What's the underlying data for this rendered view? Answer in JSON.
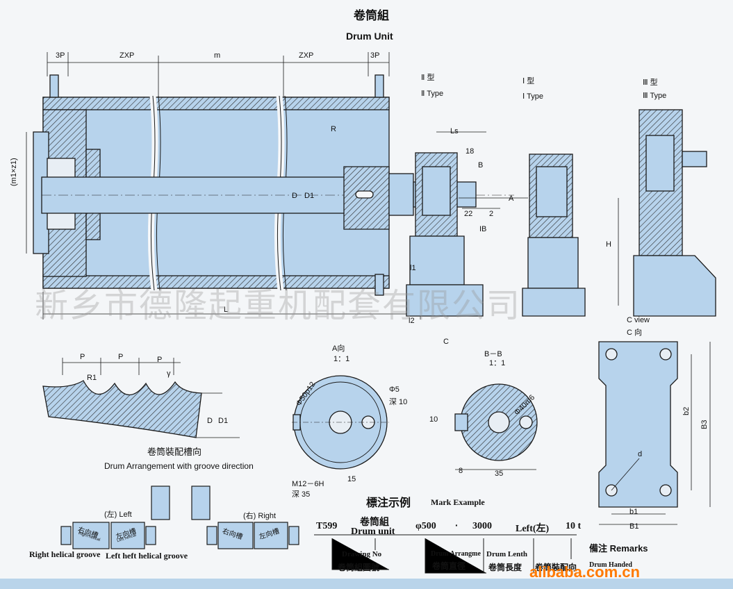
{
  "title": {
    "zh": "卷筒組",
    "en": "Drum Unit"
  },
  "main_dims": {
    "p3_left": "3P",
    "zxp_left": "ZXP",
    "m": "m",
    "zxp_right": "ZXP",
    "p3_right": "3P",
    "R": "R",
    "D": "D",
    "D1": "D1",
    "L": "L",
    "l1": "l1",
    "l2": "l2",
    "m_z1": "(m1×z1)"
  },
  "types": {
    "type2": {
      "zh": "Ⅱ 型",
      "en": "Ⅱ  Type"
    },
    "type1": {
      "zh": "Ⅰ 型",
      "en": "Ⅰ  Type"
    },
    "type3": {
      "zh": "Ⅲ 型",
      "en": "Ⅲ  Type"
    }
  },
  "bearing_dims": {
    "Ls": "Ls",
    "d18": "18",
    "B": "B",
    "d22": "22",
    "d2": "2",
    "IB": "IB",
    "A": "A",
    "H": "H",
    "C": "C",
    "l1": "l1"
  },
  "groove": {
    "P1": "P",
    "P2": "P",
    "P3": "P",
    "R1": "R1",
    "gamma": "γ",
    "D": "D",
    "D1": "D1",
    "caption_zh": "卷筒裝配槽向",
    "caption_en": "Drum Arrangement with groove direction"
  },
  "view_a": {
    "title": "A向",
    "scale": "1：1",
    "d50": "Φ50p12",
    "d5": "Φ5",
    "deep10": "深 10",
    "thread": "M12－6H",
    "deep35": "深 35",
    "d15": "15"
  },
  "view_b": {
    "title": "B－B",
    "scale": "1：1",
    "d40": "Φ40m6",
    "d10": "10",
    "d8": "8",
    "d35": "35"
  },
  "view_c": {
    "title_en": "C view",
    "title_zh": "C 向",
    "d": "d",
    "b1": "b1",
    "B1": "B1",
    "b2": "b2",
    "B3": "B3"
  },
  "helix": {
    "left_title": "(左)  Left",
    "right_title": "(右)  Right",
    "r_groove_zh": "右向槽",
    "l_groove_zh": "左向槽",
    "r_groove_en": "Right helical",
    "l_groove_en": "Left helical",
    "right_caption": "Right helical groove",
    "left_caption": "Left heft helical groove"
  },
  "mark": {
    "title_zh": "標注示例",
    "title_en": "Mark Example",
    "t599": "T599",
    "drum_zh": "卷筒組",
    "drum_en": "Drum unit",
    "d500": "φ500",
    "dot": "·",
    "len": "3000",
    "left": "Left(左)",
    "ten_t": "10 t",
    "remarks": "備注 Remarks",
    "drawing_no_en": "Drawing No",
    "drawing_no_zh": "卷筒組圖號",
    "arr_en": "Drum Arrangme",
    "arr_zh": "卷筒直徑",
    "len_en": "Drum Lenth",
    "len_zh": "卷筒長度",
    "dir_zh": "卷筒裝配向",
    "dir_en": "Drum Handed"
  },
  "watermark": "新乡市德隆起重机配套有限公司",
  "site": "alibaba.com.cn",
  "colors": {
    "fill": "#b7d3ec",
    "line": "#1a1a1a",
    "hatch": "#2a2a2a"
  }
}
